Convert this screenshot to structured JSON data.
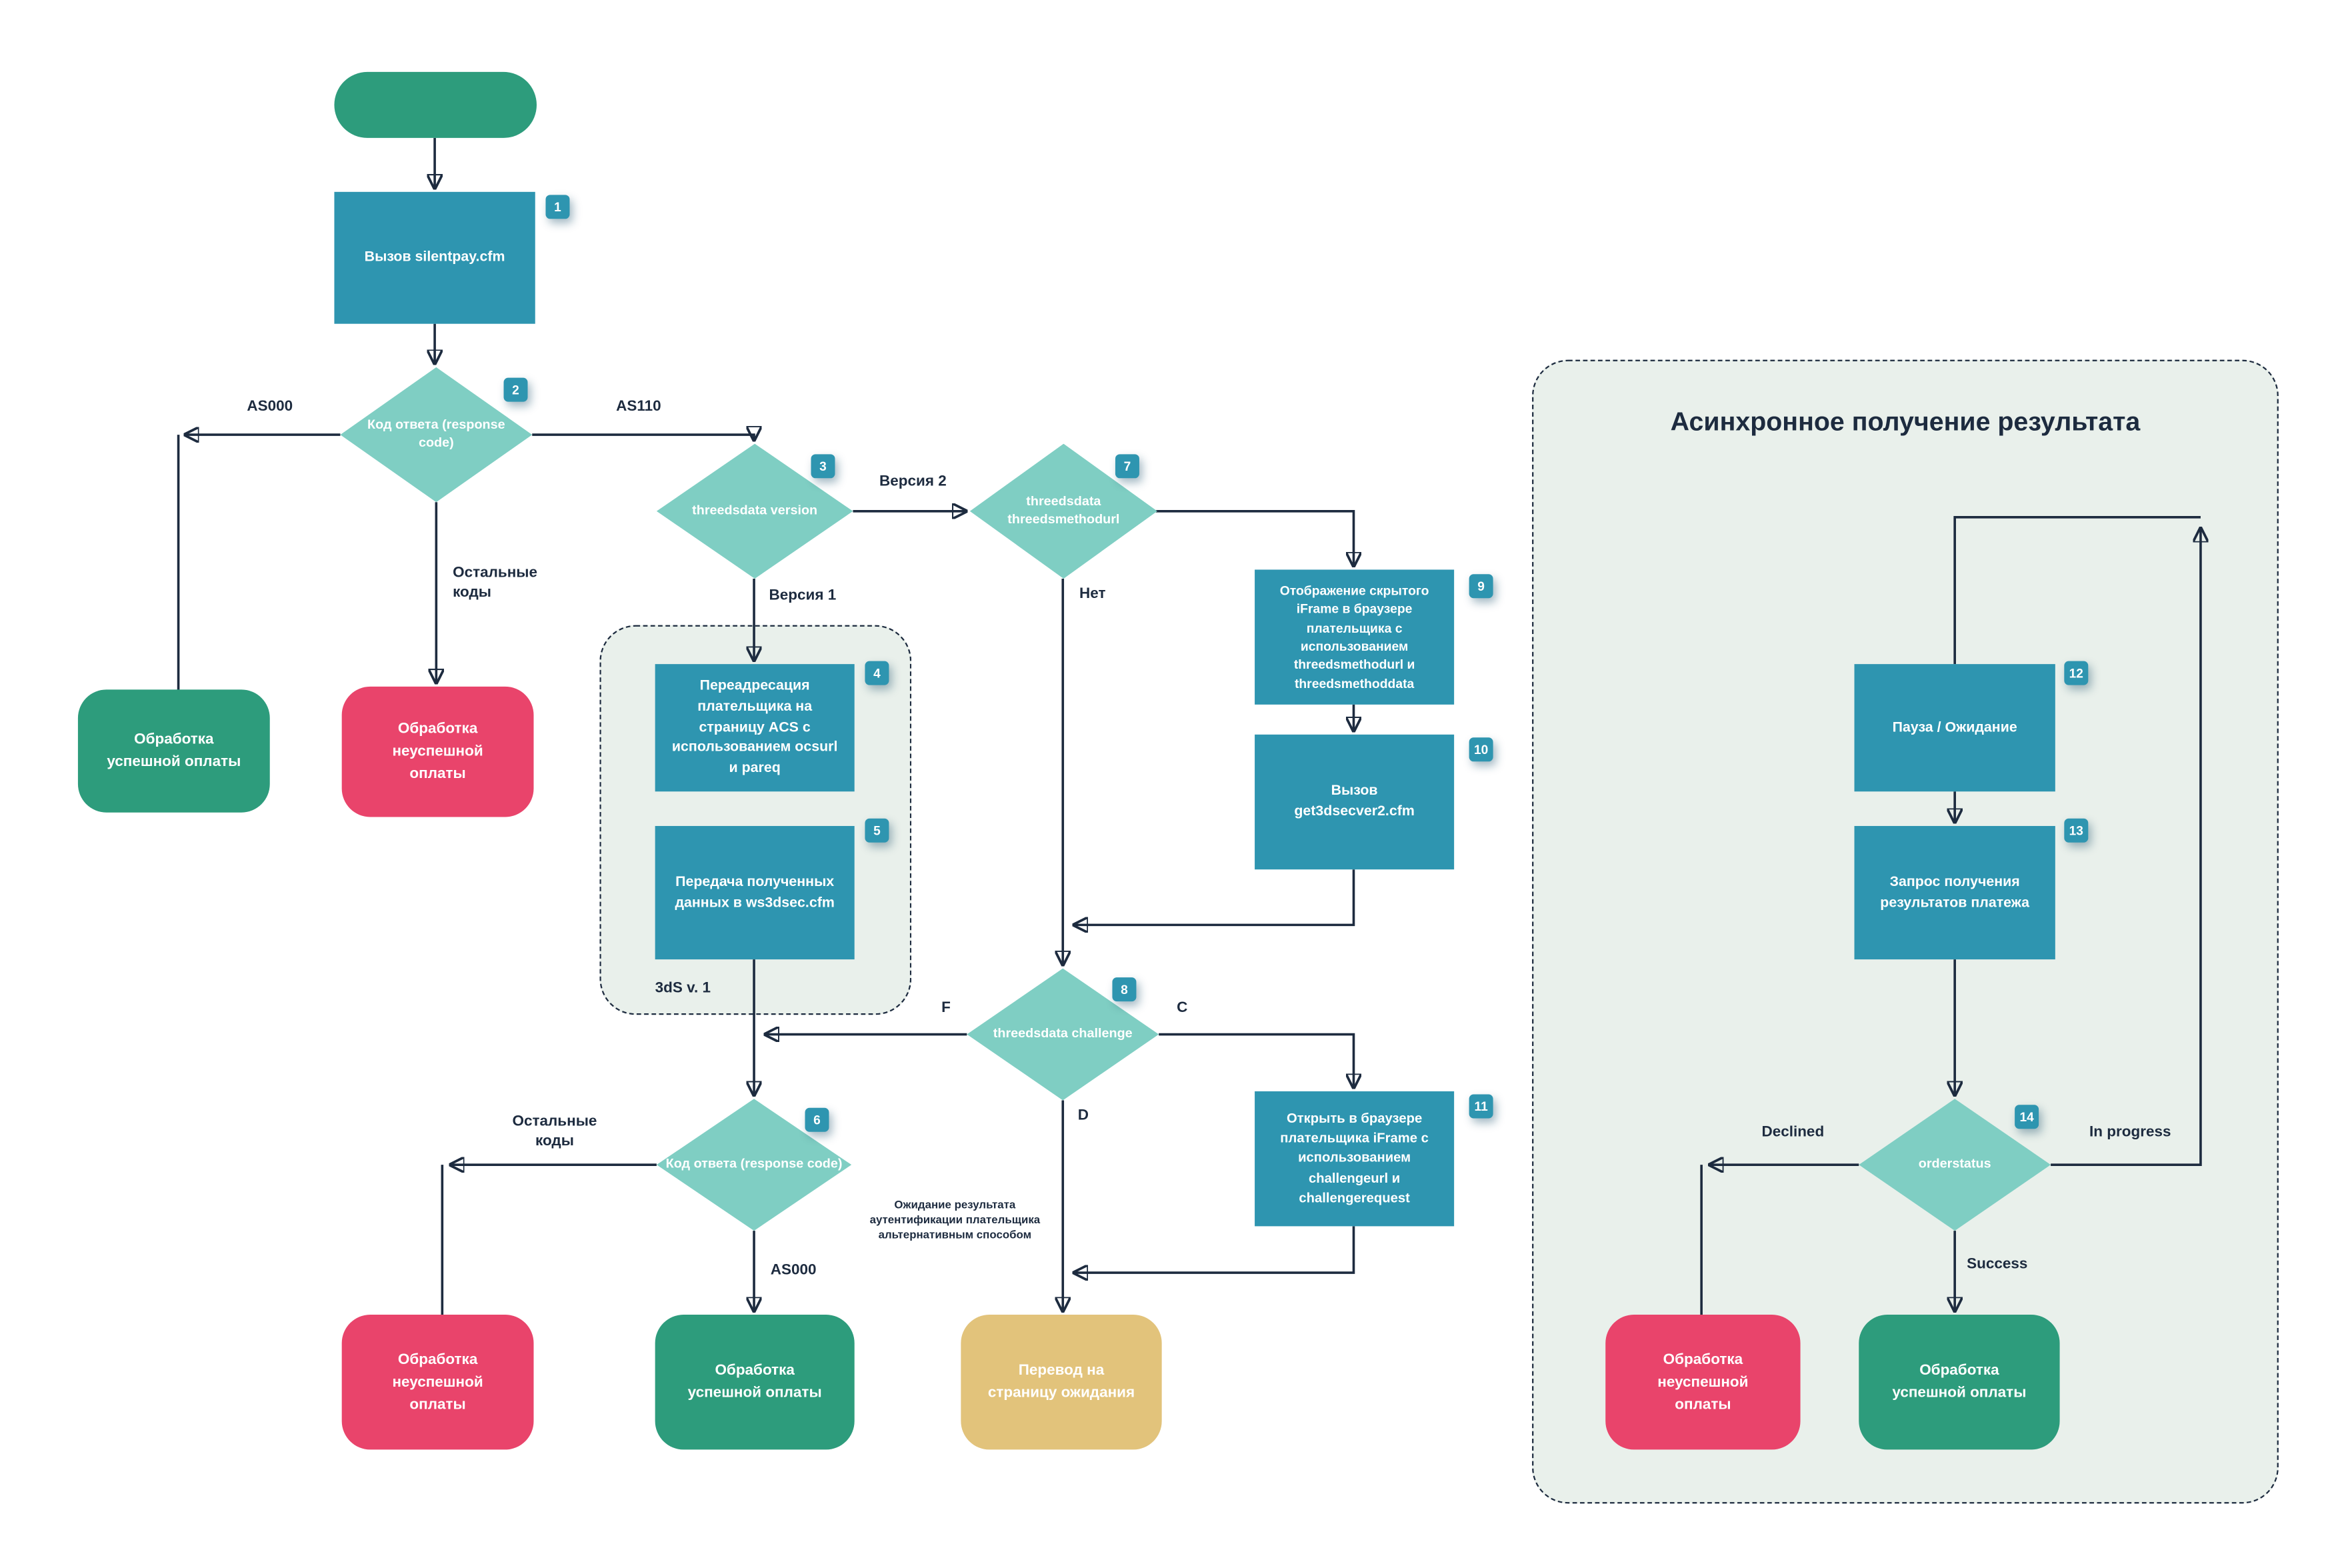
{
  "colors": {
    "teal": "#2E95B0",
    "mint": "#7FCEC3",
    "green": "#2D9C7C",
    "red": "#E9446B",
    "yellow": "#E2C37B",
    "ink": "#1D2B3F",
    "groupbg": "#E9F0EB"
  },
  "groups": {
    "async_title": "Асинхронное получение результата",
    "v1_label": "3dS v. 1"
  },
  "nodes": {
    "call_silentpay": {
      "badge": "1",
      "label": "Вызов silentpay.cfm"
    },
    "response_code_top": {
      "badge": "2",
      "label": "Код ответа (response code)"
    },
    "threeds_version": {
      "badge": "3",
      "label": "threedsdata version"
    },
    "redirect_acs": {
      "badge": "4",
      "label": "Переадресация плательщика на страницу ACS с использованием ocsurl и pareq"
    },
    "send_ws3dsec": {
      "badge": "5",
      "label": "Передача полученных данных в ws3dsec.cfm"
    },
    "response_code_bottom": {
      "badge": "6",
      "label": "Код ответа (response code)"
    },
    "threeds_methodurl": {
      "badge": "7",
      "label": "threedsdata threedsmethodurl"
    },
    "threeds_challenge": {
      "badge": "8",
      "label": "threedsdata challenge"
    },
    "hidden_iframe": {
      "badge": "9",
      "label": "Отображение скрытого iFrame в браузере плательщика с использованием threedsmethodurl и threedsmethoddata"
    },
    "call_get3dsecver2": {
      "badge": "10",
      "label": "Вызов get3dsecver2.cfm"
    },
    "open_challenge_iframe": {
      "badge": "11",
      "label": "Открыть в браузере плательщика iFrame с использованием challengeurl и challengerequest"
    },
    "pause_wait": {
      "badge": "12",
      "label": "Пауза / Ожидание"
    },
    "request_results": {
      "badge": "13",
      "label": "Запрос получения результатов платежа"
    },
    "orderstatus": {
      "badge": "14",
      "label": "orderstatus"
    },
    "success_left": {
      "label": "Обработка успешной оплаты"
    },
    "fail_top": {
      "label": "Обработка неуспешной оплаты"
    },
    "fail_bottom_left": {
      "label": "Обработка неуспешной оплаты"
    },
    "success_bottom": {
      "label": "Обработка успешной оплаты"
    },
    "wait_page": {
      "label": "Перевод на страницу ожидания"
    },
    "fail_async": {
      "label": "Обработка неуспешной оплаты"
    },
    "success_async": {
      "label": "Обработка успешной оплаты"
    }
  },
  "edge_labels": {
    "as000_top": "AS000",
    "as110": "AS110",
    "other_codes_top": "Остальные коды",
    "version1": "Версия 1",
    "version2": "Версия 2",
    "no": "Нет",
    "f": "F",
    "c": "C",
    "d": "D",
    "other_codes_bottom": "Остальные коды",
    "as000_bottom": "AS000",
    "wait_note": "Ожидание результата аутентификации плательщика альтернативным способом",
    "declined": "Declined",
    "success": "Success",
    "in_progress": "In progress"
  }
}
